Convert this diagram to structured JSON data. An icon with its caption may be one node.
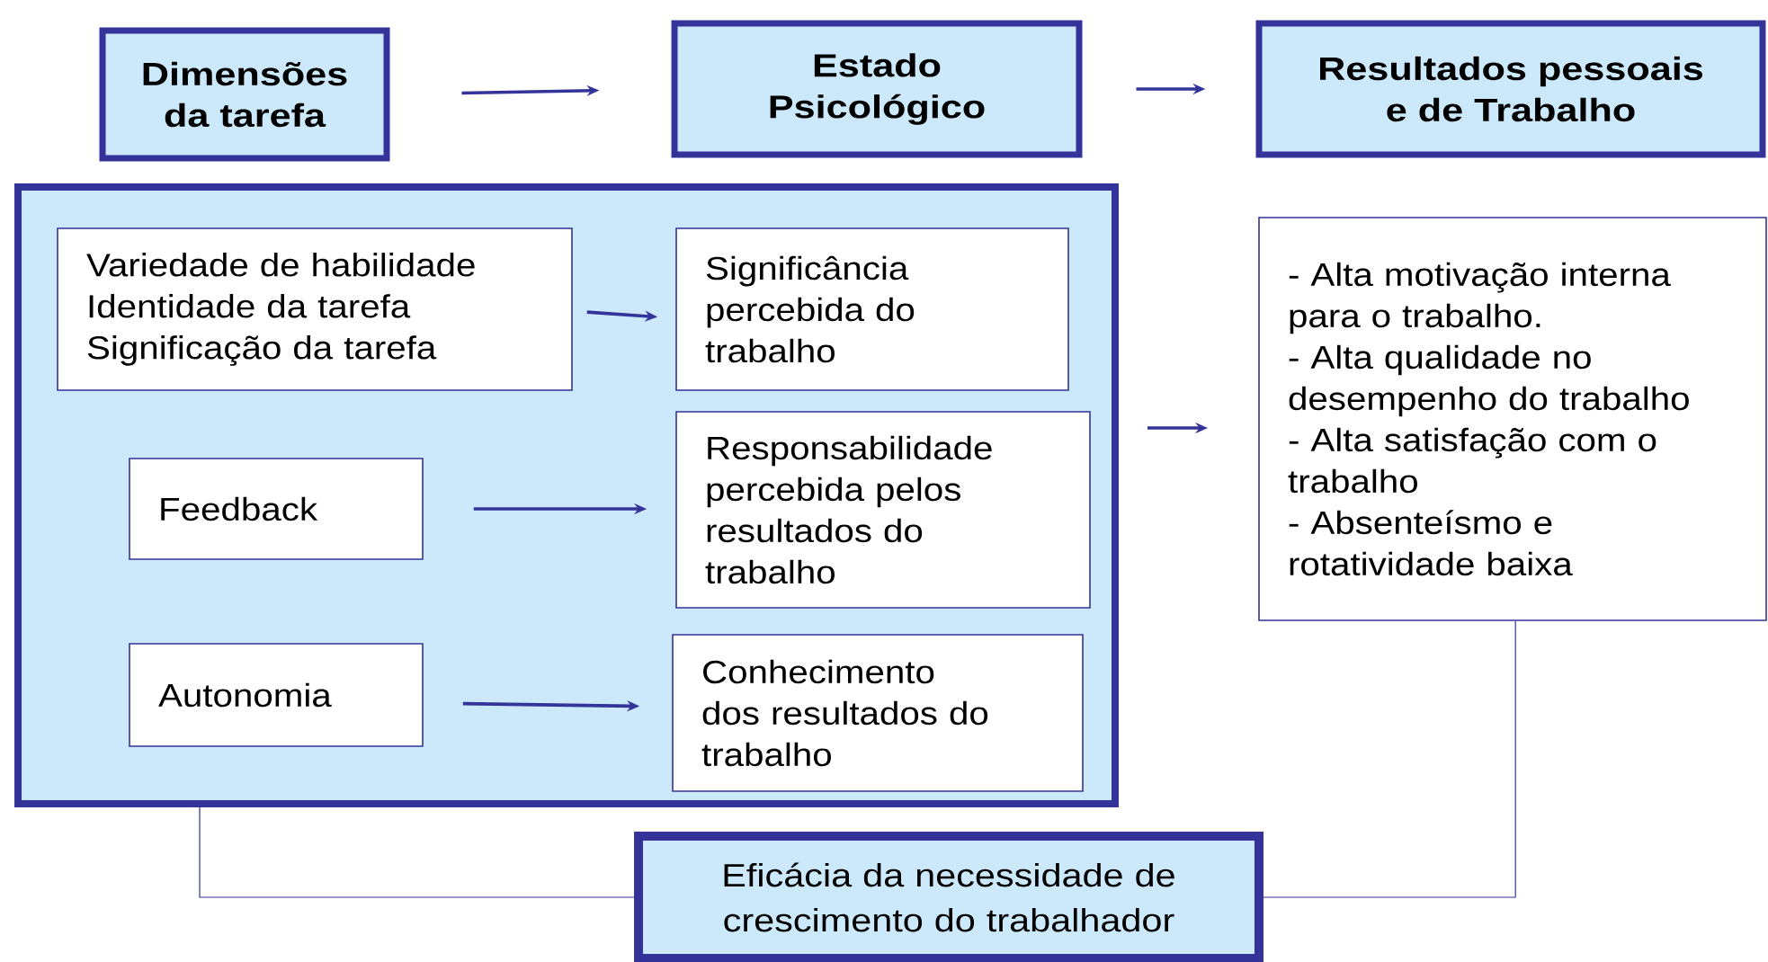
{
  "diagram": {
    "nodes": [
      {
        "text": [
          "Dimensões da tarefa"
        ]
      },
      {
        "text": [
          "Estado Psicológico"
        ]
      },
      {
        "text": [
          "Resultados pessoais e de Trabalho"
        ]
      },
      {
        "text": [],
        "shape": "box"
      },
      {
        "text": [
          "Variedade de habilidade",
          "Identidade da tarefa",
          "Significação da tarefa"
        ],
        "in": 3
      },
      {
        "text": [
          "Significância percebida do trabalho"
        ],
        "in": 3
      },
      {
        "text": [
          "Feedback"
        ],
        "in": 3
      },
      {
        "text": [
          "Responsabilidade percebida pelos resultados do trabalho"
        ],
        "in": 3
      },
      {
        "text": [
          "Autonomia"
        ],
        "in": 3
      },
      {
        "text": [
          "Conhecimento dos resultados do trabalho"
        ],
        "in": 3
      },
      {
        "text": [
          "- Alta motivação interna para o trabalho.",
          "- Alta qualidade no desempenho do trabalho",
          "- Alta satisfação com o trabalho",
          "- Absenteísmo e rotatividade baixa"
        ]
      },
      {
        "text": [
          "Eficácia da necessidade de crescimento do trabalhador"
        ]
      }
    ],
    "edges": [
      {
        "from": 0,
        "to": 1,
        "arrow": "to"
      },
      {
        "from": 1,
        "to": 2,
        "arrow": "to"
      },
      {
        "from": 4,
        "to": 5,
        "arrow": "to"
      },
      {
        "from": 6,
        "to": 7,
        "arrow": "to"
      },
      {
        "from": 8,
        "to": 9,
        "arrow": "to"
      },
      {
        "from": 3,
        "to": 10,
        "arrow": "to"
      },
      {
        "from": 3,
        "to": 11,
        "arrow": "none"
      },
      {
        "from": 10,
        "to": 11,
        "arrow": "none"
      }
    ]
  }
}
